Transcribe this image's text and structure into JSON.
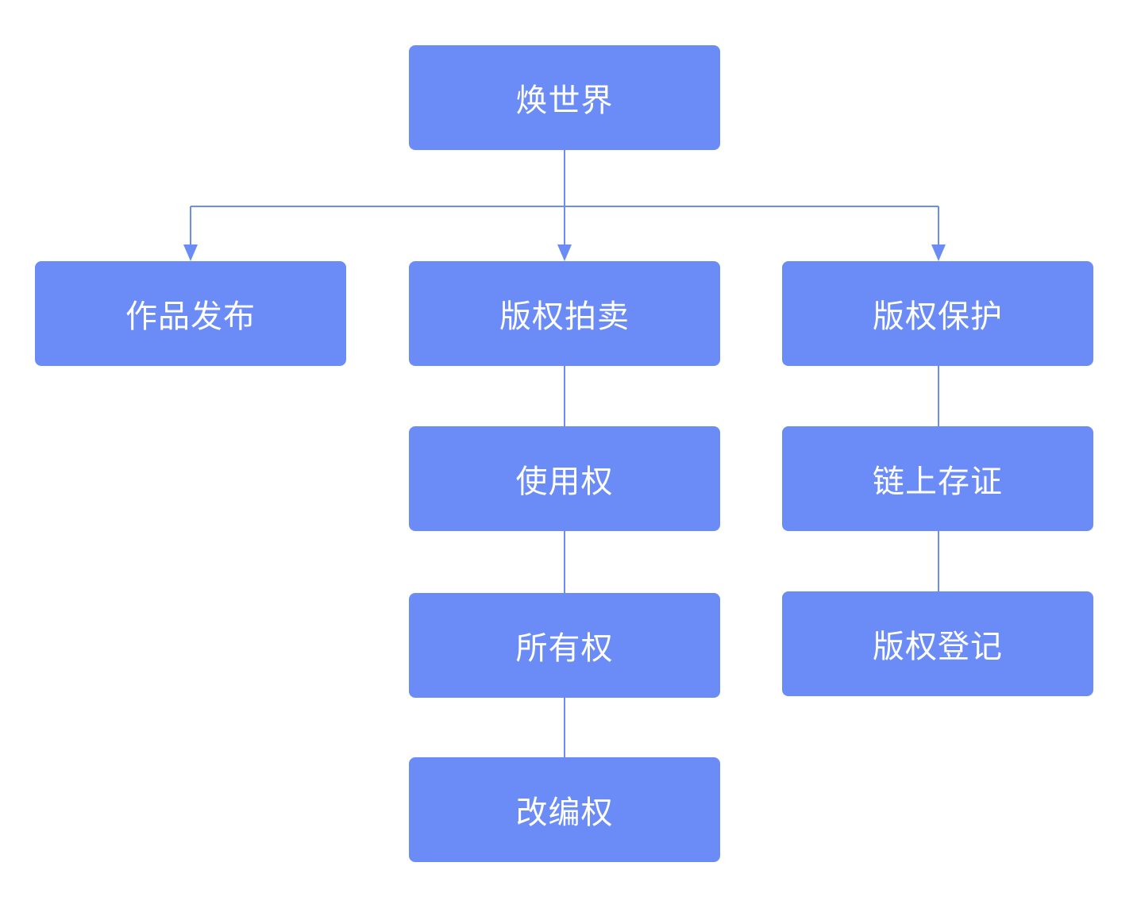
{
  "diagram": {
    "colors": {
      "node_fill": "#6b8cf7",
      "node_text": "#ffffff",
      "connector": "#6b8cf7"
    },
    "root": {
      "label": "焕世界"
    },
    "branches": [
      {
        "label": "作品发布",
        "children": []
      },
      {
        "label": "版权拍卖",
        "children": [
          {
            "label": "使用权"
          },
          {
            "label": "所有权"
          },
          {
            "label": "改编权"
          }
        ]
      },
      {
        "label": "版权保护",
        "children": [
          {
            "label": "链上存证"
          },
          {
            "label": "版权登记"
          }
        ]
      }
    ]
  }
}
